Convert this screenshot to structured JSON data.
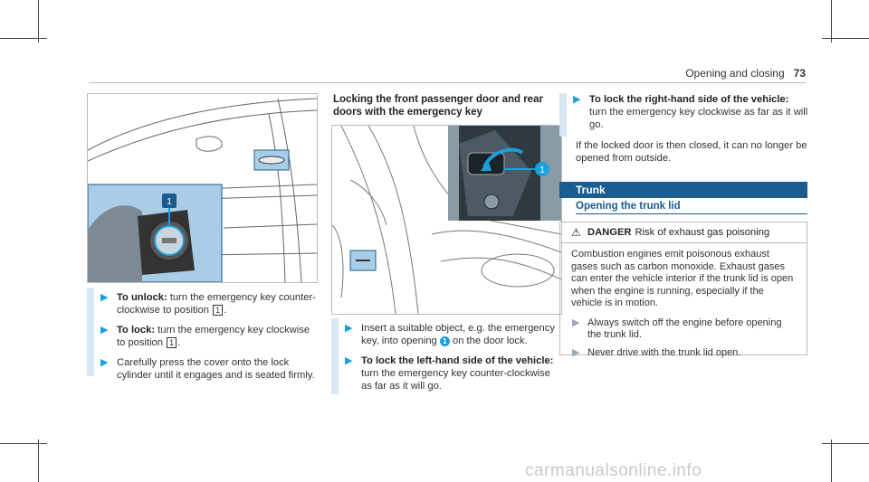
{
  "header": {
    "section": "Opening and closing",
    "page_number": "73"
  },
  "col1": {
    "steps": [
      {
        "bold": "To unlock:",
        "pre": " turn the emergency key counter-clockwise to position ",
        "key": "1",
        "post": "."
      },
      {
        "bold": "To lock:",
        "pre": " turn the emergency key clockwise to position ",
        "key": "1",
        "post": "."
      },
      {
        "text": "Carefully press the cover onto the lock cylinder until it engages and is seated firmly."
      }
    ]
  },
  "col2": {
    "heading": "Locking the front passenger door and rear doors with the emergency key",
    "steps": [
      {
        "pre": "Insert a suitable object, e.g. the emergency key, into opening ",
        "num": "1",
        "post": " on the door lock."
      },
      {
        "bold": "To lock the left-hand side of the vehicle:",
        "text": "turn the emergency key counter-clockwise as far as it will go."
      }
    ]
  },
  "col3": {
    "step": {
      "bold": "To lock the right-hand side of the vehicle:",
      "text": "turn the emergency key clockwise as far as it will go."
    },
    "para": "If the locked door is then closed, it can no longer be opened from outside.",
    "section_title": "Trunk",
    "subheading": "Opening the trunk lid",
    "danger": {
      "label": "DANGER",
      "title": "Risk of exhaust gas poisoning",
      "body": "Combustion engines emit poisonous exhaust gases such as carbon monoxide. Exhaust gases can enter the vehicle interior if the trunk lid is open when the engine is running, especially if the vehicle is in motion.",
      "steps": [
        "Always switch off the engine before opening the trunk lid.",
        "Never drive with the trunk lid open."
      ]
    }
  },
  "figures": {
    "fig1_callout": "1",
    "fig2_callout": "1"
  },
  "watermark": "carmanualsonline.info",
  "colors": {
    "accent_blue": "#1aa0dc",
    "section_blue": "#1a5c8f",
    "figure_blue": "#a9cde6"
  }
}
